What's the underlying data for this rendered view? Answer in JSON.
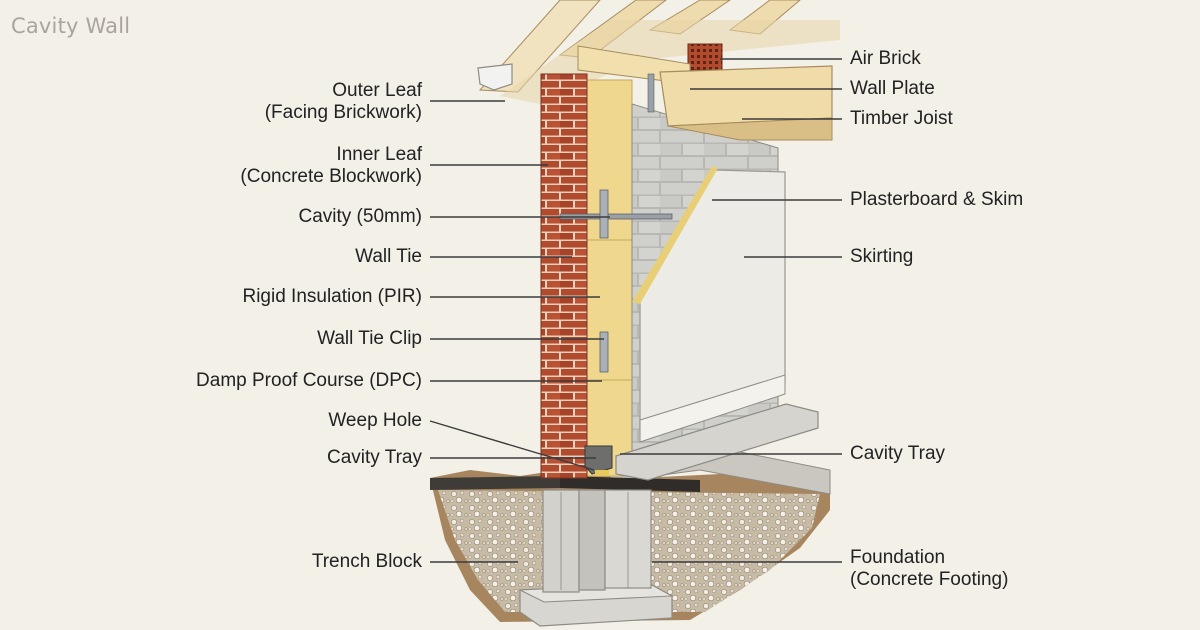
{
  "title": "Cavity Wall",
  "left_labels": [
    {
      "id": "outer-leaf",
      "line1": "Outer Leaf",
      "line2": "(Facing Brickwork)"
    },
    {
      "id": "inner-leaf",
      "line1": "Inner Leaf",
      "line2": "(Concrete Blockwork)"
    },
    {
      "id": "cavity",
      "line1": "Cavity (50mm)"
    },
    {
      "id": "wall-tie",
      "line1": "Wall Tie"
    },
    {
      "id": "rigid-insulation",
      "line1": "Rigid Insulation (PIR)"
    },
    {
      "id": "wall-tie-clip",
      "line1": "Wall Tie Clip"
    },
    {
      "id": "dpc",
      "line1": "Damp Proof Course (DPC)"
    },
    {
      "id": "weep-hole",
      "line1": "Weep Hole"
    },
    {
      "id": "cavity-tray-left",
      "line1": "Cavity Tray"
    },
    {
      "id": "trench-block",
      "line1": "Trench Block"
    }
  ],
  "right_labels": [
    {
      "id": "air-brick",
      "line1": "Air Brick"
    },
    {
      "id": "wall-plate",
      "line1": "Wall Plate"
    },
    {
      "id": "timber-joist",
      "line1": "Timber Joist"
    },
    {
      "id": "plasterboard",
      "line1": "Plasterboard & Skim"
    },
    {
      "id": "skirting",
      "line1": "Skirting"
    },
    {
      "id": "cavity-tray-right",
      "line1": "Cavity Tray"
    },
    {
      "id": "foundation",
      "line1": "Foundation",
      "line2": "(Concrete Footing)"
    }
  ],
  "colors": {
    "background": "#f3f0e8",
    "brick": "#b24a2e",
    "mortar": "#e8d9c4",
    "insulation": "#f0d890",
    "block": "#cfd0cc",
    "plaster": "#ecebe5",
    "timber": "#f1dfae",
    "gravel": "#b9aa94",
    "soil": "#9c7a55",
    "concrete": "#d8d6d0"
  }
}
